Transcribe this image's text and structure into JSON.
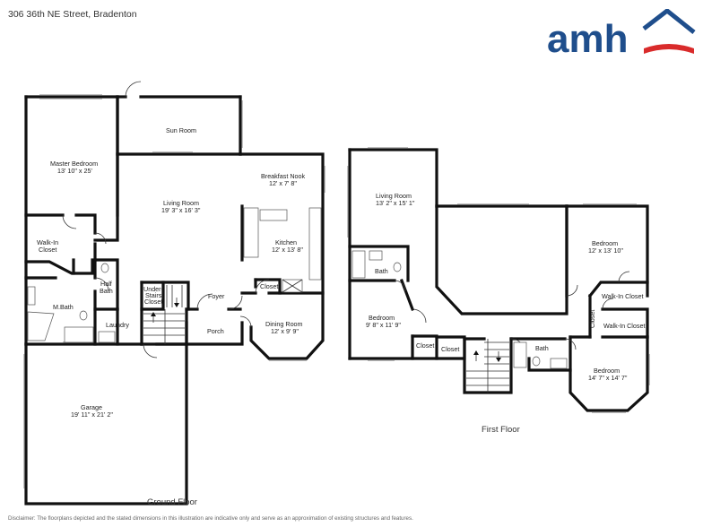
{
  "header": {
    "address": "306 36th NE Street, Bradenton"
  },
  "logo": {
    "text": "amh",
    "brand_color": "#1f4e8c",
    "accent_color": "#d92b2b"
  },
  "ground_floor": {
    "caption": "Ground Floor",
    "rooms": {
      "sun_room": {
        "name": "Sun Room"
      },
      "master_bedroom": {
        "name": "Master Bedroom",
        "dims": "13' 10\" x 25'"
      },
      "breakfast_nook": {
        "name": "Breakfast Nook",
        "dims": "12' x 7' 8\""
      },
      "living_room": {
        "name": "Living Room",
        "dims": "19' 3\" x 16' 3\""
      },
      "kitchen": {
        "name": "Kitchen",
        "dims": "12' x 13' 8\""
      },
      "walk_in_closet": {
        "name_line1": "Walk-In",
        "name_line2": "Closet"
      },
      "closet": {
        "name": "Closet"
      },
      "half_bath": {
        "name_line1": "Half",
        "name_line2": "Bath"
      },
      "under_stairs": {
        "line1": "Under-",
        "line2": "Stairs",
        "line3": "Closet"
      },
      "foyer": {
        "name": "Foyer"
      },
      "master_bath": {
        "name": "M.Bath"
      },
      "dining_room": {
        "name": "Dining Room",
        "dims": "12' x 9' 9\""
      },
      "laundry": {
        "name": "Laundry"
      },
      "porch": {
        "name": "Porch"
      },
      "garage": {
        "name": "Garage",
        "dims": "19' 11\" x 21' 2\""
      }
    }
  },
  "first_floor": {
    "caption": "First Floor",
    "rooms": {
      "living_room": {
        "name": "Living Room",
        "dims": "13' 2\" x 15' 1\""
      },
      "bath_a": {
        "name": "Bath"
      },
      "bedroom_a": {
        "name": "Bedroom",
        "dims": "12' x 13' 10\""
      },
      "walk_in_closet_a": {
        "name": "Walk-In Closet"
      },
      "closet_vertical": {
        "name": "Closet"
      },
      "walk_in_closet_b": {
        "name": "Walk-In Closet"
      },
      "bedroom_b": {
        "name": "Bedroom",
        "dims": "9' 8\" x 11' 9\""
      },
      "closet_a": {
        "name": "Closet"
      },
      "closet_b": {
        "name": "Closet"
      },
      "bath_b": {
        "name": "Bath"
      },
      "bedroom_c": {
        "name": "Bedroom",
        "dims": "14' 7\" x 14' 7\""
      }
    }
  },
  "disclaimer": "Disclaimer: The floorplans depicted and the stated dimensions in this illustration are indicative only and serve as an approximation of existing structures and features."
}
